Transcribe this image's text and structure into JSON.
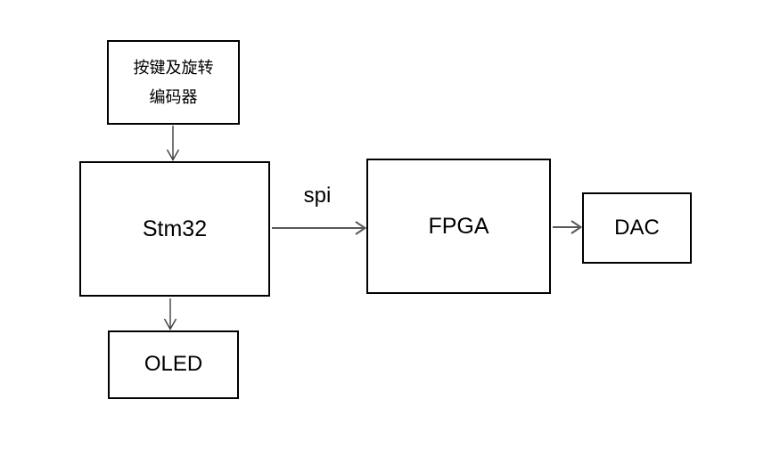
{
  "diagram": {
    "type": "block-diagram",
    "nodes": [
      {
        "id": "encoder",
        "label_lines": [
          "按键及旋转",
          "编码器"
        ]
      },
      {
        "id": "stm32",
        "label": "Stm32"
      },
      {
        "id": "fpga",
        "label": "FPGA"
      },
      {
        "id": "dac",
        "label": "DAC"
      },
      {
        "id": "oled",
        "label": "OLED"
      }
    ],
    "edges": [
      {
        "from": "encoder",
        "to": "stm32",
        "label": ""
      },
      {
        "from": "stm32",
        "to": "fpga",
        "label": "spi"
      },
      {
        "from": "fpga",
        "to": "dac",
        "label": ""
      },
      {
        "from": "stm32",
        "to": "oled",
        "label": ""
      }
    ],
    "colors": {
      "background": "#ffffff",
      "box_border": "#000000",
      "box_fill": "#ffffff",
      "horizontal_arrow": "#595959",
      "vertical_arrow": "#3d3d3d",
      "label_text": "#000000"
    }
  }
}
